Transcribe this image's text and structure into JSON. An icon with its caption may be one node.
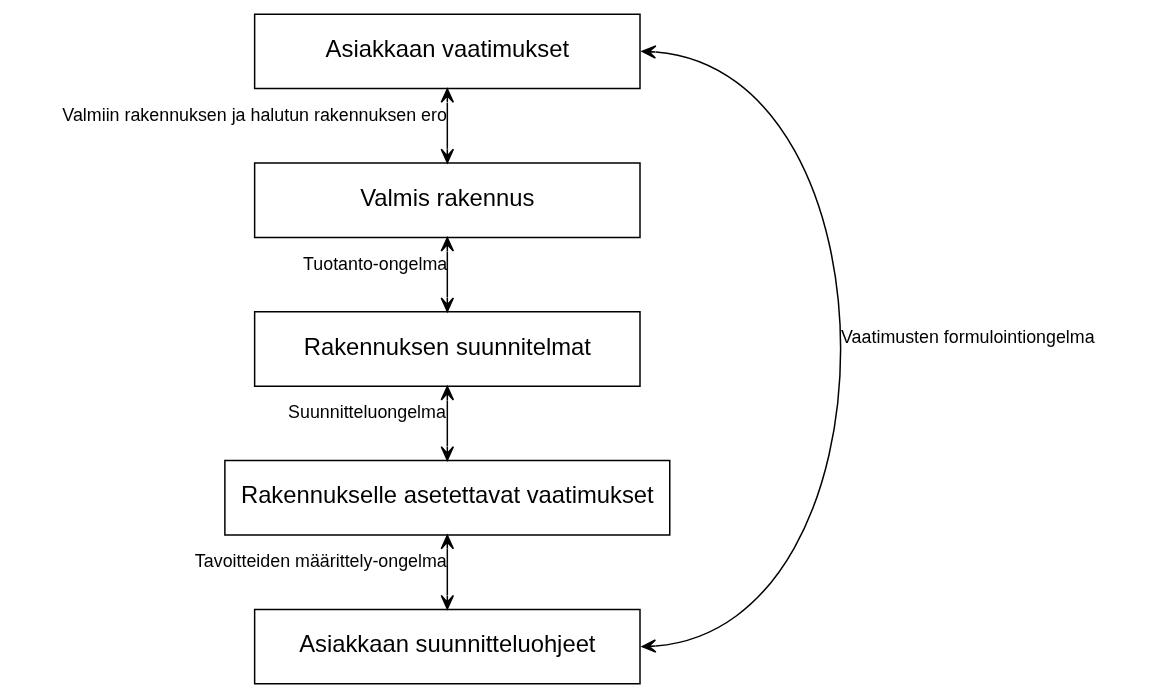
{
  "diagram": {
    "nodes": [
      {
        "text": [
          "Asiakkaan vaatimukset"
        ]
      },
      {
        "text": [
          "Valmis rakennus"
        ]
      },
      {
        "text": [
          "Rakennuksen suunnitelmat"
        ]
      },
      {
        "text": [
          "Rakennukselle asetettavat vaatimukset"
        ]
      },
      {
        "text": [
          "Asiakkaan suunnitteluohjeet"
        ]
      }
    ],
    "edges": [
      {
        "from": 0,
        "to": 1,
        "arrow": "both",
        "label": "Valmiin rakennuksen ja halutun rakennuksen ero"
      },
      {
        "from": 1,
        "to": 2,
        "arrow": "both",
        "label": "Tuotanto-ongelma"
      },
      {
        "from": 2,
        "to": 3,
        "arrow": "both",
        "label": "Suunnitteluongelma"
      },
      {
        "from": 3,
        "to": 4,
        "arrow": "both",
        "label": "Tavoitteiden määrittely-ongelma"
      },
      {
        "from": 4,
        "to": 0,
        "arrow": "both",
        "label": "Vaatimusten formulointiongelma"
      }
    ]
  }
}
